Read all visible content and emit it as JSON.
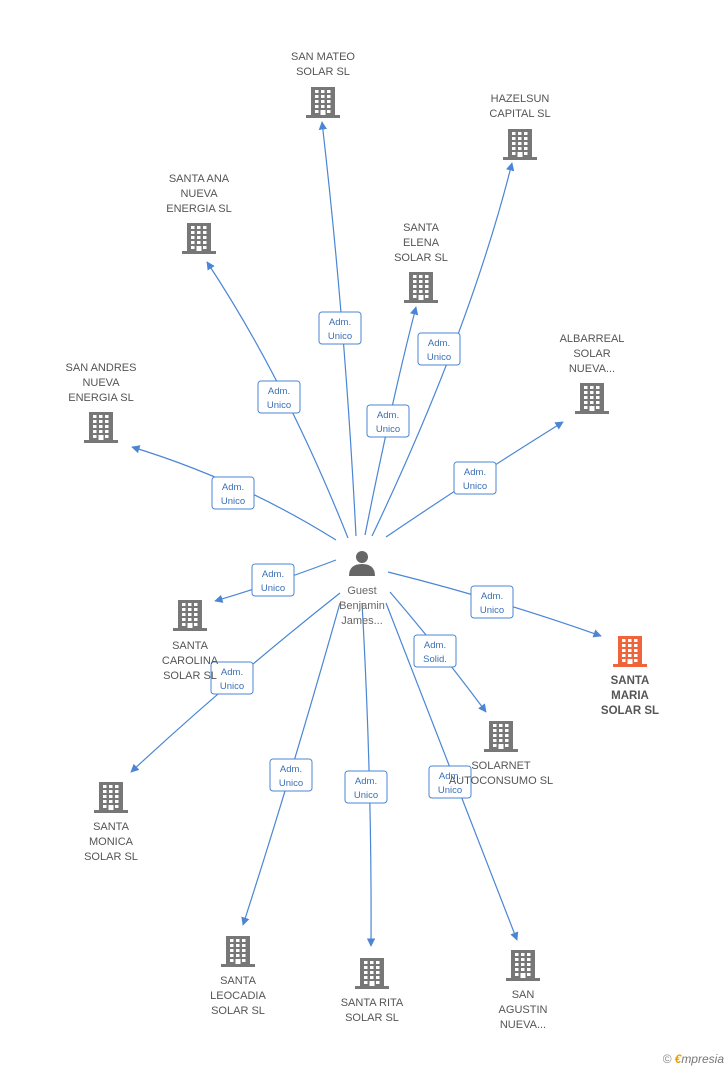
{
  "colors": {
    "edge": "#4a86d4",
    "building": "#777777",
    "building_highlight": "#f0643c",
    "person": "#666666"
  },
  "person": {
    "lines": [
      "Guest",
      "Benjamin",
      "James..."
    ]
  },
  "companies": [
    {
      "id": "san-mateo",
      "lines": [
        "SAN MATEO",
        "SOLAR SL"
      ]
    },
    {
      "id": "hazelsun",
      "lines": [
        "HAZELSUN",
        "CAPITAL SL"
      ]
    },
    {
      "id": "santa-ana",
      "lines": [
        "SANTA ANA",
        "NUEVA",
        "ENERGIA SL"
      ]
    },
    {
      "id": "santa-elena",
      "lines": [
        "SANTA",
        "ELENA",
        "SOLAR SL"
      ]
    },
    {
      "id": "albarreal",
      "lines": [
        "ALBARREAL",
        "SOLAR",
        "NUEVA..."
      ]
    },
    {
      "id": "san-andres",
      "lines": [
        "SAN ANDRES",
        "NUEVA",
        "ENERGIA SL"
      ]
    },
    {
      "id": "santa-carolina",
      "lines": [
        "SANTA",
        "CAROLINA",
        "SOLAR SL"
      ]
    },
    {
      "id": "santa-maria",
      "lines": [
        "SANTA",
        "MARIA",
        "SOLAR SL"
      ],
      "highlight": true
    },
    {
      "id": "solarnet",
      "lines": [
        "SOLARNET",
        "AUTOCONSUMO SL"
      ]
    },
    {
      "id": "santa-monica",
      "lines": [
        "SANTA",
        "MONICA",
        "SOLAR SL"
      ]
    },
    {
      "id": "santa-leocadia",
      "lines": [
        "SANTA",
        "LEOCADIA",
        "SOLAR SL"
      ]
    },
    {
      "id": "santa-rita",
      "lines": [
        "SANTA RITA",
        "SOLAR SL"
      ]
    },
    {
      "id": "san-agustin",
      "lines": [
        "SAN",
        "AGUSTIN",
        "NUEVA..."
      ]
    }
  ],
  "edges": [
    {
      "to": "san-mateo",
      "role": [
        "Adm.",
        "Unico"
      ]
    },
    {
      "to": "hazelsun",
      "role": [
        "Adm.",
        "Unico"
      ]
    },
    {
      "to": "santa-ana",
      "role": [
        "Adm.",
        "Unico"
      ]
    },
    {
      "to": "santa-elena",
      "role": [
        "Adm.",
        "Unico"
      ]
    },
    {
      "to": "albarreal",
      "role": [
        "Adm.",
        "Unico"
      ]
    },
    {
      "to": "san-andres",
      "role": [
        "Adm.",
        "Unico"
      ]
    },
    {
      "to": "santa-carolina",
      "role": [
        "Adm.",
        "Unico"
      ]
    },
    {
      "to": "santa-maria",
      "role": [
        "Adm.",
        "Unico"
      ]
    },
    {
      "to": "solarnet",
      "role": [
        "Adm.",
        "Solid."
      ]
    },
    {
      "to": "santa-monica",
      "role": [
        "Adm.",
        "Unico"
      ]
    },
    {
      "to": "santa-leocadia",
      "role": [
        "Adm.",
        "Unico"
      ]
    },
    {
      "to": "santa-rita",
      "role": [
        "Adm.",
        "Unico"
      ]
    },
    {
      "to": "san-agustin",
      "role": [
        "Adm.",
        "Unico"
      ]
    }
  ],
  "footer": {
    "copyright": "©",
    "brand_initial": "€",
    "brand_rest": "mpresia"
  }
}
